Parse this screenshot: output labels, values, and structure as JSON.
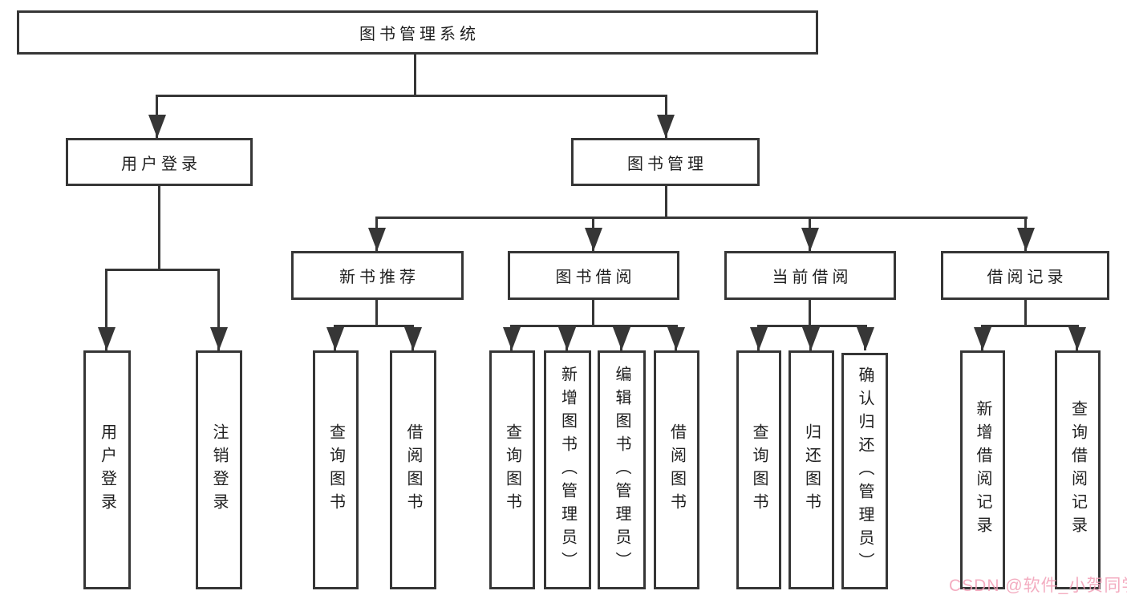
{
  "tree": {
    "label": "图书管理系统",
    "children": [
      {
        "label": "用户登录",
        "children": [
          {
            "label": "用户登录"
          },
          {
            "label": "注销登录"
          }
        ]
      },
      {
        "label": "图书管理",
        "children": [
          {
            "label": "新书推荐",
            "children": [
              {
                "label": "查询图书"
              },
              {
                "label": "借阅图书"
              }
            ]
          },
          {
            "label": "图书借阅",
            "children": [
              {
                "label": "查询图书"
              },
              {
                "label": "新增图书（管理员）"
              },
              {
                "label": "编辑图书（管理员）"
              },
              {
                "label": "借阅图书"
              }
            ]
          },
          {
            "label": "当前借阅",
            "children": [
              {
                "label": "查询图书"
              },
              {
                "label": "归还图书"
              },
              {
                "label": "确认归还（管理员）"
              }
            ]
          },
          {
            "label": "借阅记录",
            "children": [
              {
                "label": "新增借阅记录"
              },
              {
                "label": "查询借阅记录"
              }
            ]
          }
        ]
      }
    ]
  },
  "watermark": {
    "text": "CSDN @软件_小贺同学"
  },
  "colors": {
    "line": "#363636",
    "text": "#1f1f1f",
    "watermark_pink": "#f29eb6",
    "background": "#ffffff"
  }
}
